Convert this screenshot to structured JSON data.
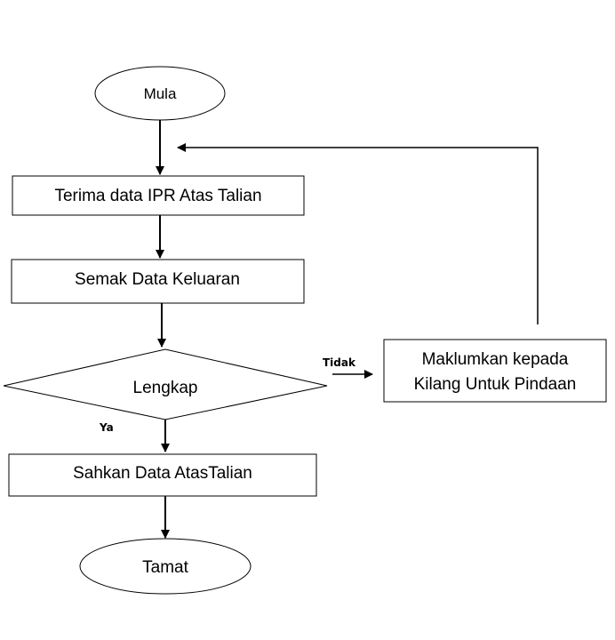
{
  "diagram": {
    "nodes": {
      "start": "Mula",
      "step1": "Terima data IPR Atas Talian",
      "step2": "Semak Data Keluaran",
      "decision": "Lengkap",
      "notify_line1": "Maklumkan kepada",
      "notify_line2": "Kilang Untuk Pindaan",
      "step3": "Sahkan Data AtasTalian",
      "end": "Tamat"
    },
    "edges": {
      "no_label": "Tidak",
      "yes_label": "Ya"
    }
  }
}
